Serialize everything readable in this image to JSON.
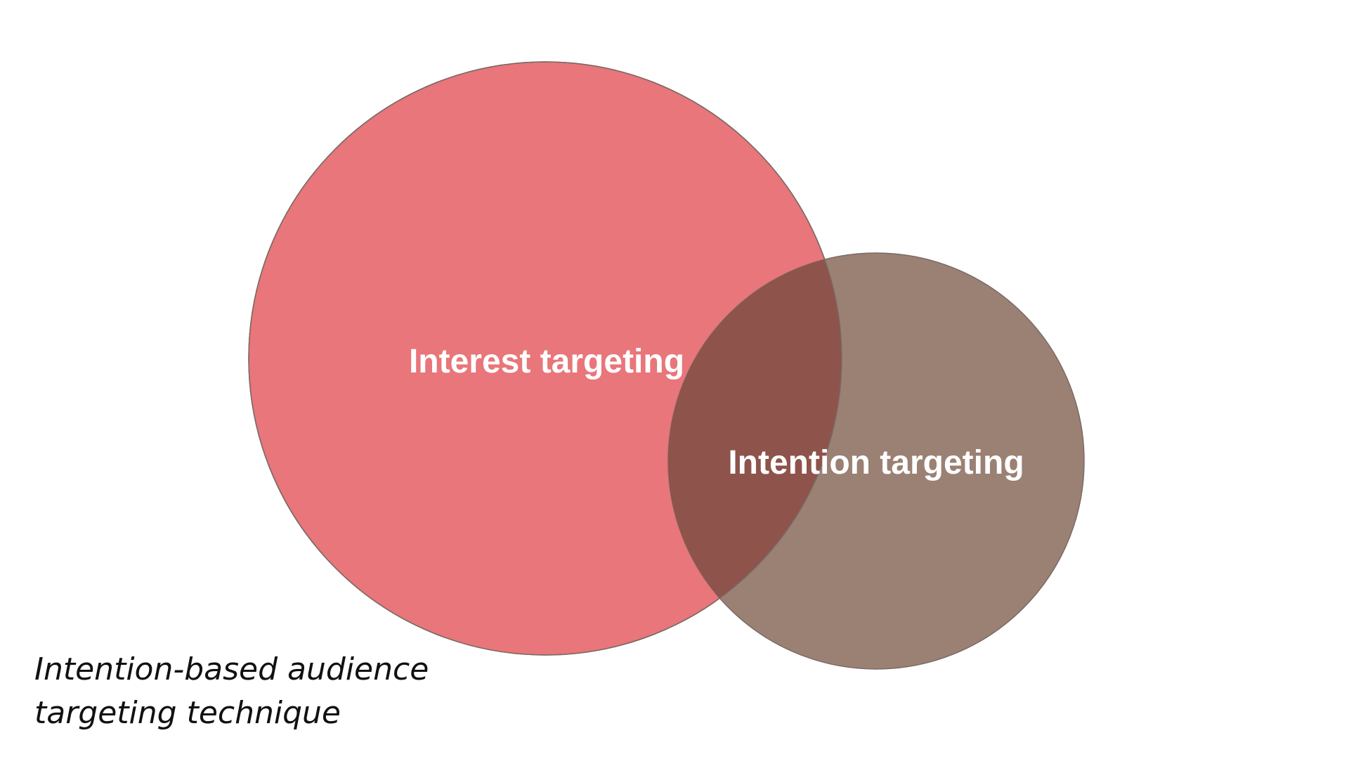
{
  "diagram": {
    "type": "venn",
    "sets": [
      {
        "label": "Interest targeting",
        "color": "#e8767a"
      },
      {
        "label": "Intention targeting",
        "color": "#9a8174"
      }
    ],
    "overlap_color": "#8e534b",
    "outline_color": "#7a6a66"
  },
  "caption": {
    "line1": "Intention-based audience",
    "line2": "targeting technique"
  }
}
